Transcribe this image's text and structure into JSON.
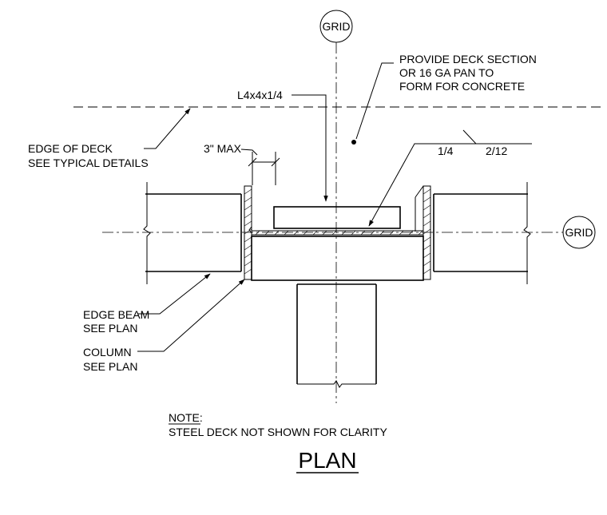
{
  "grid_labels": {
    "top": "GRID",
    "right": "GRID"
  },
  "notes": {
    "deck_section": [
      "PROVIDE DECK SECTION",
      "OR 16 GA PAN TO",
      "FORM FOR CONCRETE"
    ],
    "angle": "L4x4x1/4",
    "edge_of_deck": [
      "EDGE OF DECK",
      "SEE TYPICAL DETAILS"
    ],
    "max_dim": "3\" MAX",
    "weld_size": "1/4",
    "weld_pitch": "2/12",
    "edge_beam": [
      "EDGE BEAM",
      "SEE PLAN"
    ],
    "column": [
      "COLUMN",
      "SEE PLAN"
    ],
    "note_title": "NOTE:",
    "note_text": "STEEL DECK NOT SHOWN FOR CLARITY"
  },
  "title": "PLAN"
}
